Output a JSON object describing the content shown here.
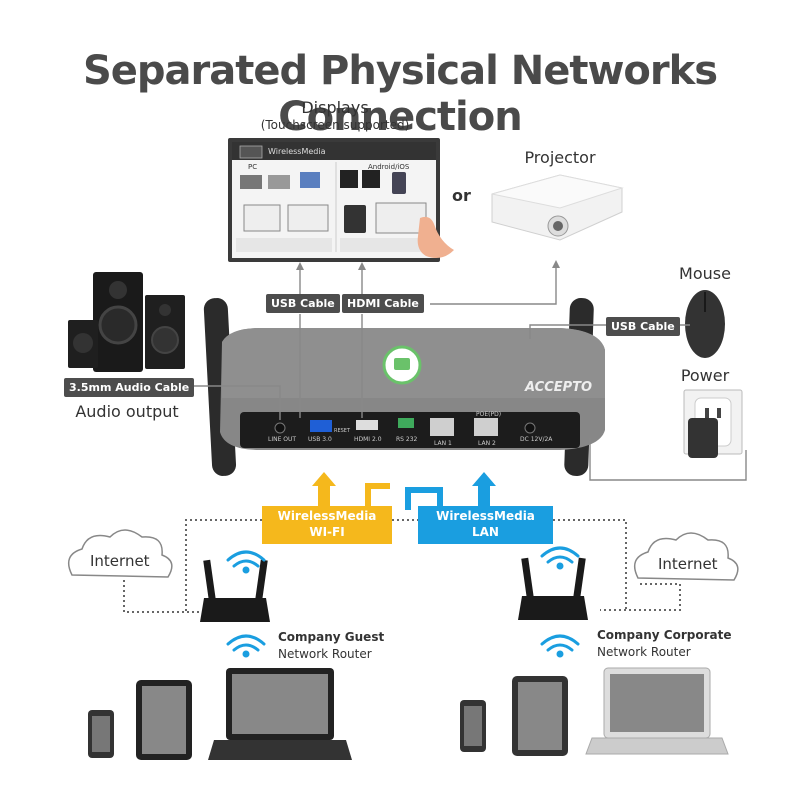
{
  "title": "Separated Physical Networks Connection",
  "displays": {
    "label": "Displays",
    "sublabel": "(Touchscreen supported)",
    "screen_app": "WirelessMedia",
    "screen_col1": "PC",
    "screen_col2": "Android/iOS"
  },
  "or_text": "or",
  "projector": {
    "label": "Projector"
  },
  "mouse": {
    "label": "Mouse"
  },
  "power": {
    "label": "Power"
  },
  "audio": {
    "label": "Audio output"
  },
  "cables": {
    "usb_cable_left": "USB Cable",
    "hdmi_cable": "HDMI Cable",
    "usb_cable_right": "USB Cable",
    "audio_cable": "3.5mm Audio Cable"
  },
  "device_ports": {
    "line_out": "LINE OUT",
    "usb": "USB 3.0",
    "reset": "RESET",
    "hdmi": "HDMI 2.0",
    "rs232": "RS 232",
    "lan1": "LAN 1",
    "lan2": "LAN 2",
    "poe": "POE(PD)",
    "dc": "DC 12V/2A"
  },
  "brand": "ACCEPTO",
  "wifi_box": {
    "line1": "WirelessMedia",
    "line2": "WI-FI"
  },
  "lan_box": {
    "line1": "WirelessMedia",
    "line2": "LAN"
  },
  "internet_left": "Internet",
  "internet_right": "Internet",
  "router_left": {
    "line1": "Company Guest",
    "line2": "Network Router"
  },
  "router_right": {
    "line1": "Company Corporate",
    "line2": "Network Router"
  },
  "colors": {
    "wifi": "#f5b81c",
    "lan": "#1a9ee0",
    "tag": "#4d4d4d",
    "title": "#4a4a4a",
    "device": "#8a8a8a"
  }
}
